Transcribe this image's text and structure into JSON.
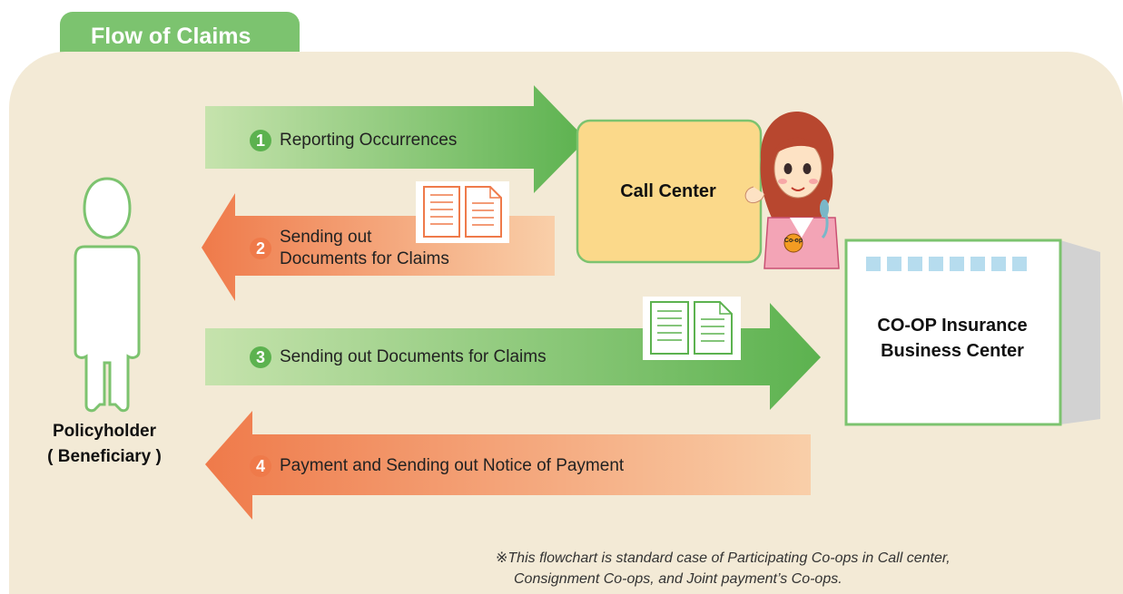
{
  "title": "Flow of Claims",
  "nodes": {
    "policyholder": {
      "line1": "Policyholder",
      "line2": "( Beneficiary )"
    },
    "call_center": "Call Center",
    "business_center": {
      "line1": "CO-OP Insurance",
      "line2": "Business Center"
    },
    "badge_text": "Co-op"
  },
  "steps": [
    {
      "number": "1",
      "text": "Reporting Occurrences",
      "direction": "right",
      "color": "green"
    },
    {
      "number": "2",
      "line1": "Sending out",
      "line2": "Documents for Claims",
      "direction": "left",
      "color": "orange"
    },
    {
      "number": "3",
      "text": "Sending out Documents for Claims",
      "direction": "right",
      "color": "green"
    },
    {
      "number": "4",
      "text": "Payment and Sending out Notice of Payment",
      "direction": "left",
      "color": "orange"
    }
  ],
  "note": {
    "mark": "※",
    "line1": "This flowchart is standard case of Participating Co-ops in Call center,",
    "line2": "Consignment Co-ops, and Joint payment’s Co-ops."
  },
  "colors": {
    "tab": "#7cc36f",
    "panel": "#f3ead6",
    "green_arrow": "#5cb24f",
    "orange_arrow": "#ef7a4a",
    "call_center_fill": "#fbd98a",
    "border_green": "#7cc36f"
  },
  "icons": [
    "person-silhouette-icon",
    "document-icon",
    "operator-illustration",
    "building-icon"
  ]
}
